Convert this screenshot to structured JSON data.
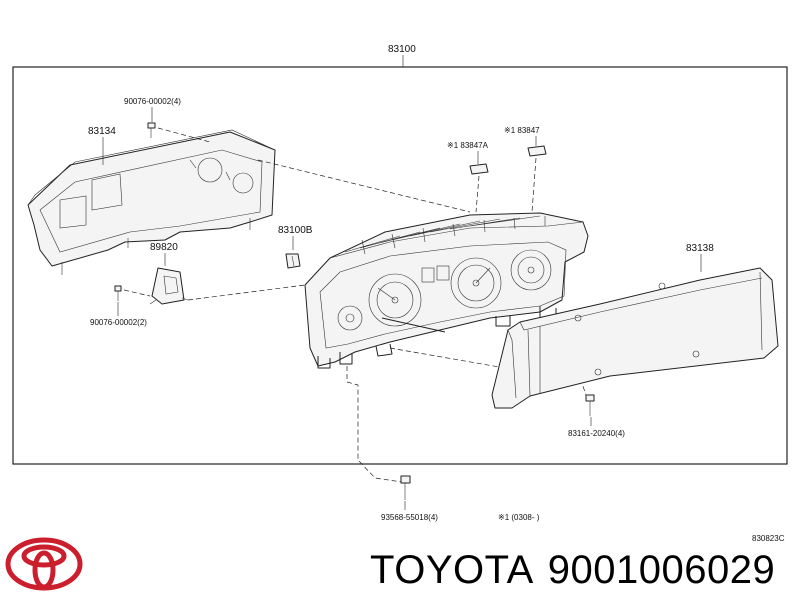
{
  "diagram": {
    "assembly_number": "83100",
    "parts": {
      "part_83134": "83134",
      "bolt_top": "90076-00002(4)",
      "part_89820": "89820",
      "bolt_left": "90076-00002(2)",
      "part_83100B": "83100B",
      "part_83847A": "※1 83847A",
      "part_83847": "※1 83847",
      "part_83138": "83138",
      "screw_right": "83161-20240(4)",
      "screw_bottom": "93568-55018(4)"
    },
    "footnote": "※1 (0308-    )",
    "drawing_code": "830823C"
  },
  "footer": {
    "brand": "TOYOTA",
    "part_number": "9001006029"
  },
  "colors": {
    "logo": "#cc1f2d",
    "line": "#222222",
    "text": "#111111"
  },
  "icons": {
    "logo": "toyota-logo-icon"
  }
}
